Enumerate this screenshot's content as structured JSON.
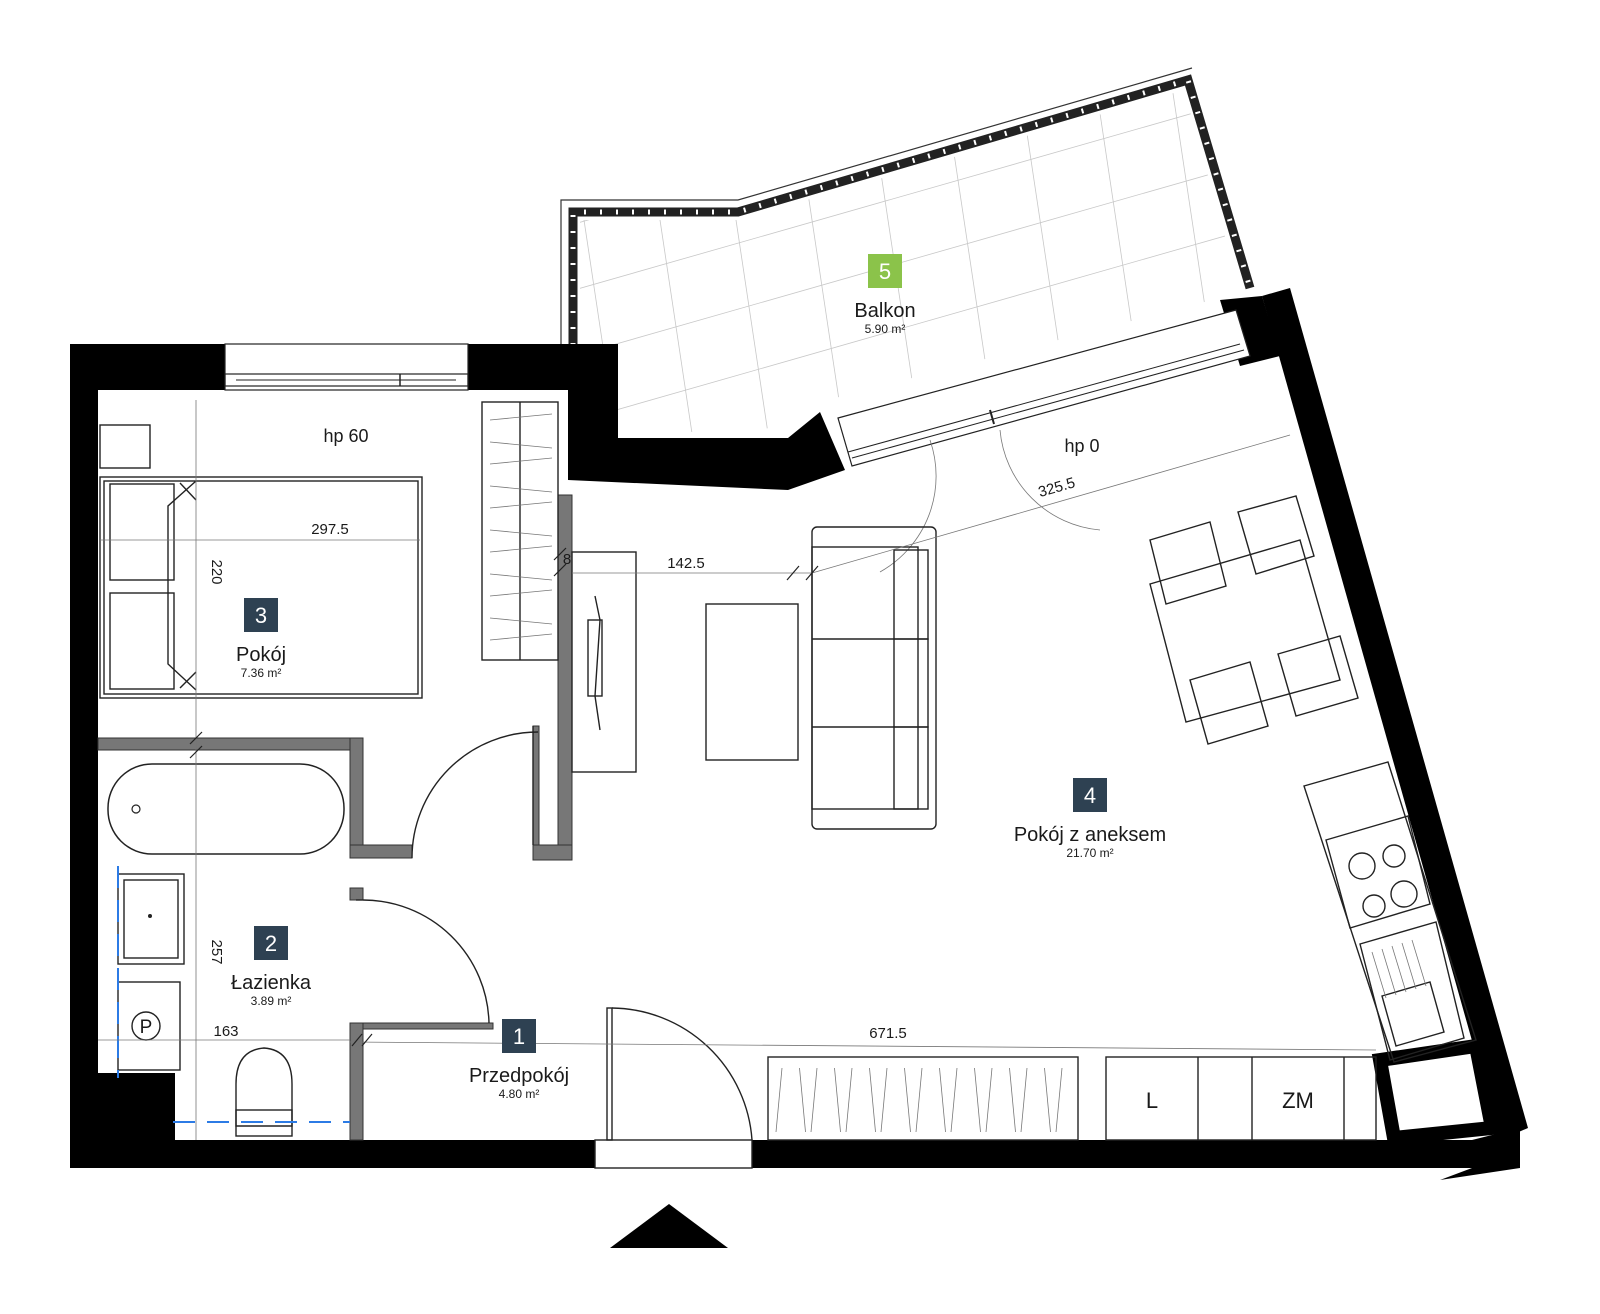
{
  "rooms": [
    {
      "number": "1",
      "name": "Przedpokój",
      "area": "4.80",
      "badge_color": "#2e4152"
    },
    {
      "number": "2",
      "name": "Łazienka",
      "area": "3.89",
      "badge_color": "#2e4152"
    },
    {
      "number": "3",
      "name": "Pokój",
      "area": "7.36",
      "badge_color": "#2e4152"
    },
    {
      "number": "4",
      "name": "Pokój z aneksem",
      "area": "21.70",
      "badge_color": "#2e4152"
    },
    {
      "number": "5",
      "name": "Balkon",
      "area": "5.90",
      "badge_color": "#8bc34a"
    }
  ],
  "area_unit": "m²",
  "dimensions": {
    "bedroom_width": "297.5",
    "bedroom_depth": "220",
    "bathroom_depth": "257",
    "bathroom_width": "163",
    "closet_gap": "8",
    "living_mid": "142.5",
    "living_diag": "325.5",
    "living_length": "671.5"
  },
  "sill_heights": {
    "bedroom": "hp 60",
    "living": "hp 0"
  },
  "cabinet_labels": {
    "left": "L",
    "right": "ZM"
  },
  "fixture_labels": {
    "pipe": "P"
  },
  "icons": [
    "entrance-arrow-icon",
    "stove-icon",
    "sink-icon",
    "bathtub-icon",
    "toilet-icon"
  ]
}
